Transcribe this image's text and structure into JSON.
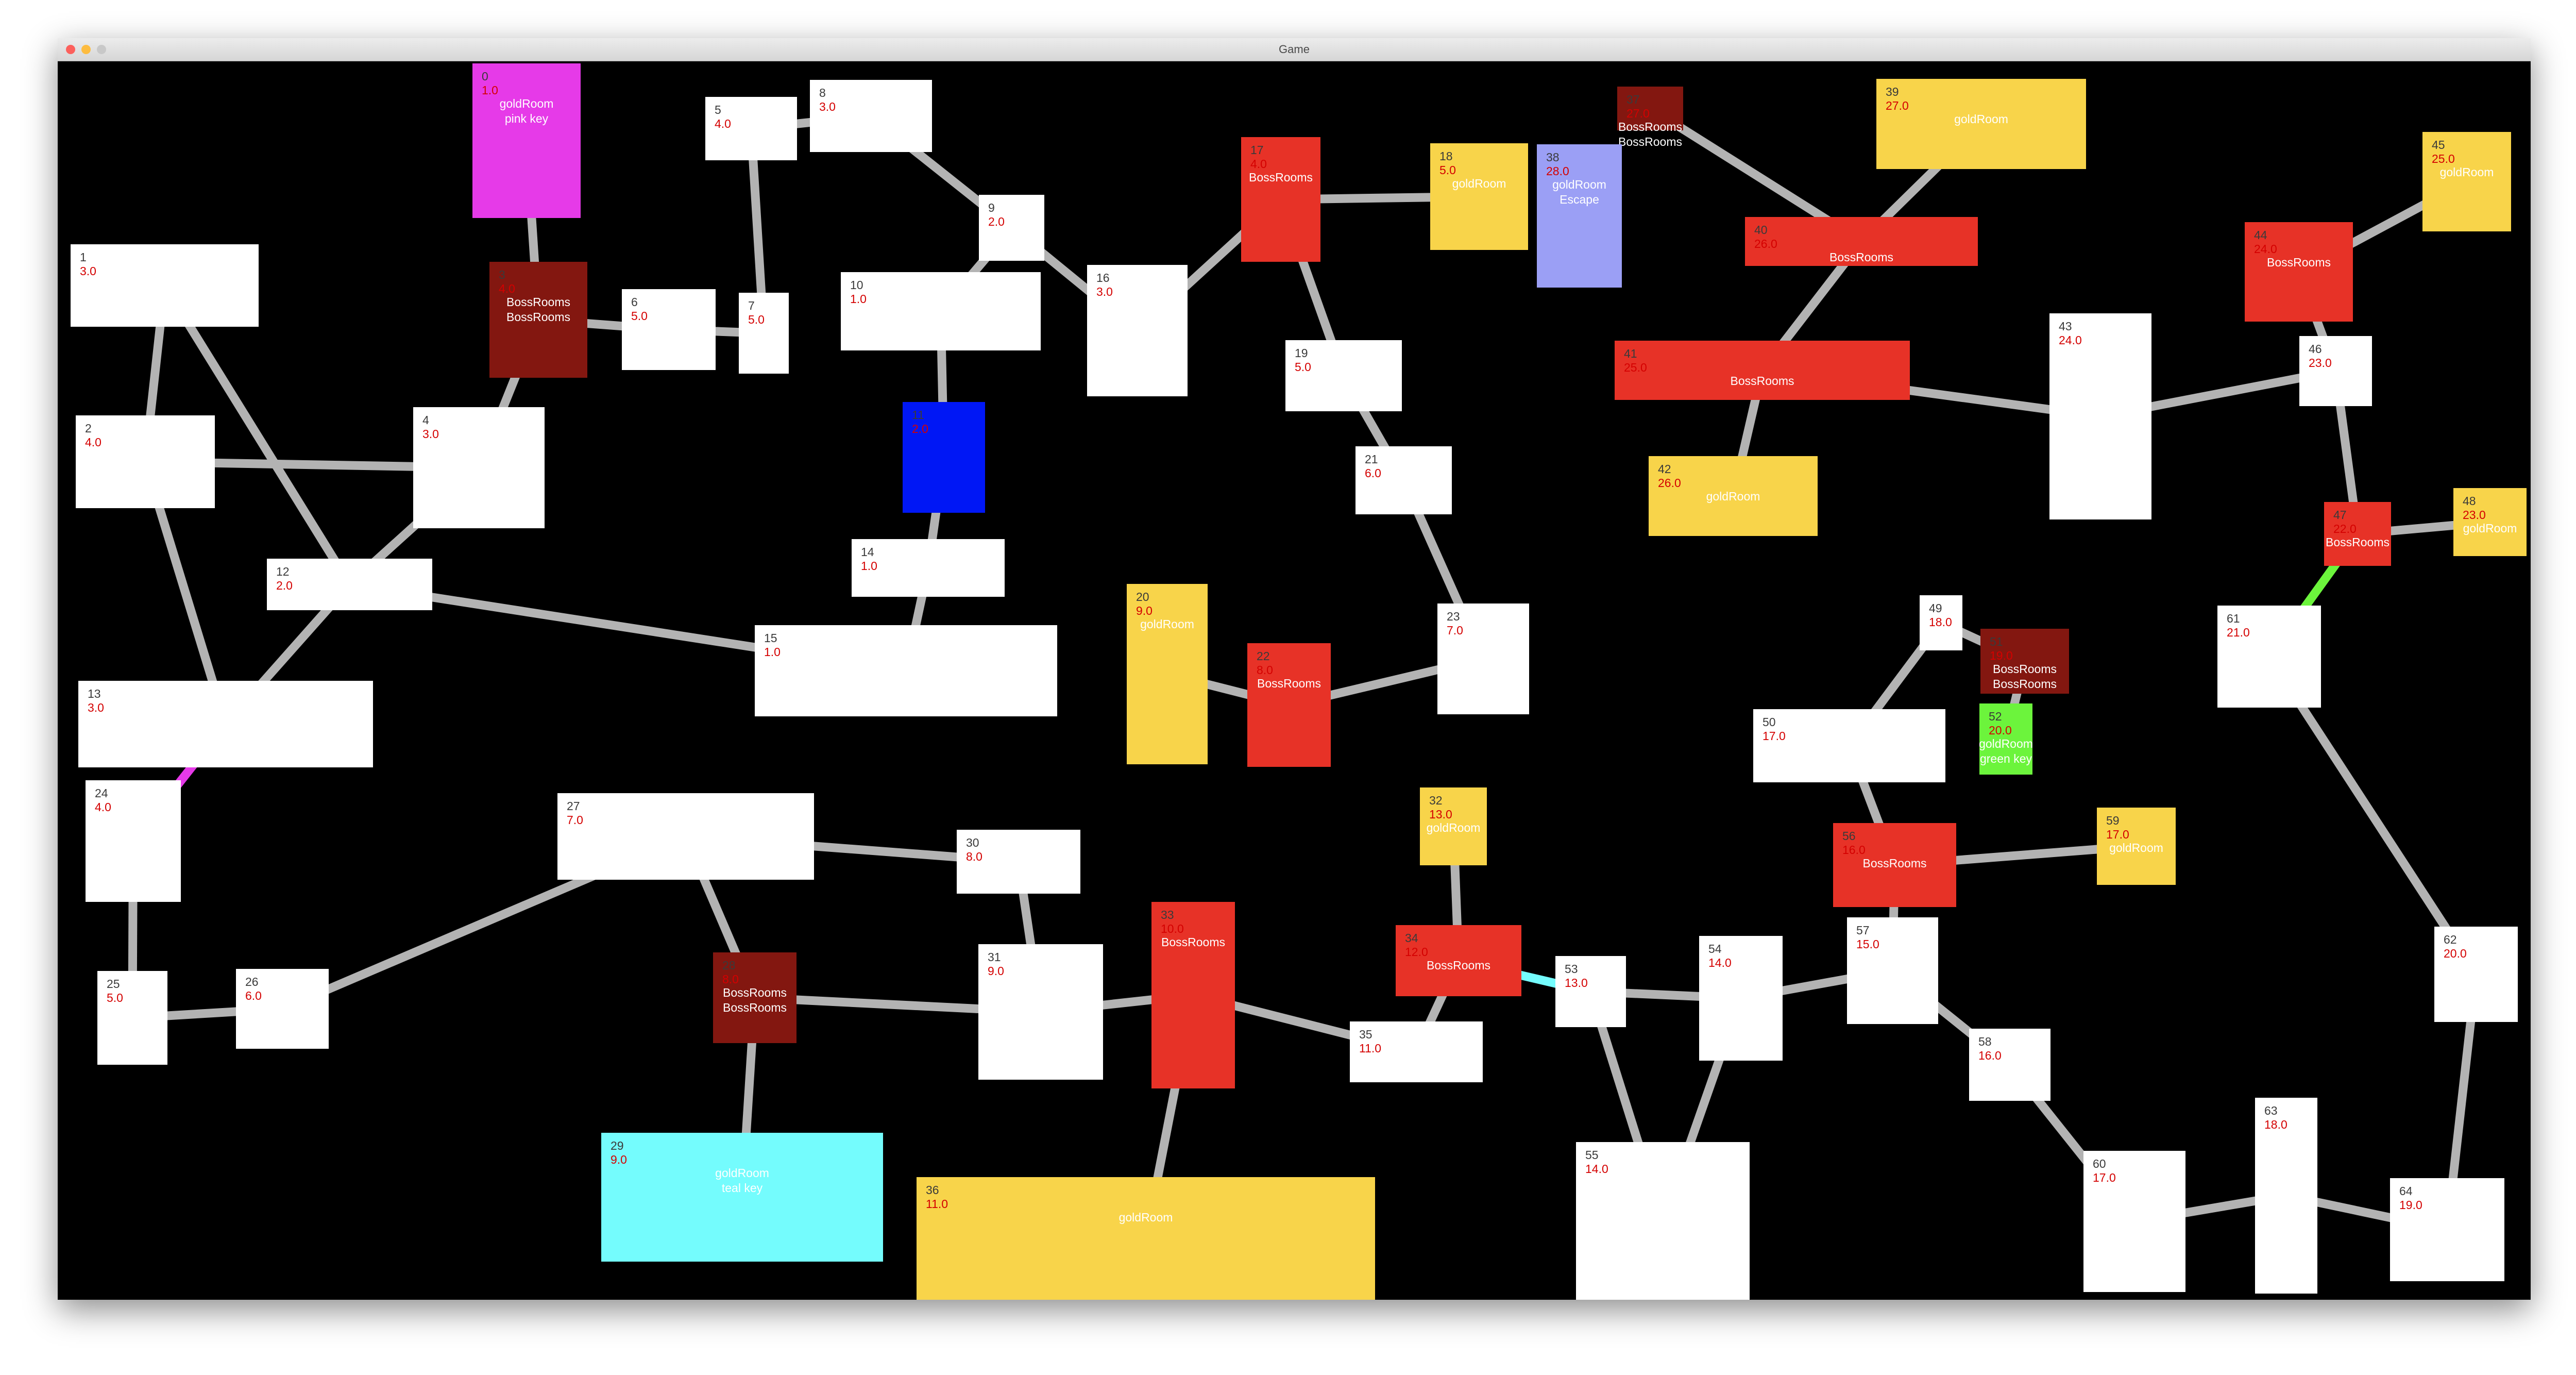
{
  "window": {
    "title": "Game"
  },
  "rooms": [
    {
      "id": "0",
      "value": "1.0",
      "labels": [
        "goldRoom",
        "pink key"
      ],
      "fill": "#e63ae8"
    },
    {
      "id": "1",
      "value": "3.0",
      "labels": [],
      "fill": "#ffffff"
    },
    {
      "id": "2",
      "value": "4.0",
      "labels": [],
      "fill": "#ffffff"
    },
    {
      "id": "3",
      "value": "4.0",
      "labels": [
        "BossRooms",
        "BossRooms"
      ],
      "fill": "#831710"
    },
    {
      "id": "4",
      "value": "3.0",
      "labels": [],
      "fill": "#ffffff"
    },
    {
      "id": "5",
      "value": "4.0",
      "labels": [],
      "fill": "#ffffff"
    },
    {
      "id": "6",
      "value": "5.0",
      "labels": [],
      "fill": "#ffffff"
    },
    {
      "id": "7",
      "value": "5.0",
      "labels": [],
      "fill": "#ffffff"
    },
    {
      "id": "8",
      "value": "3.0",
      "labels": [],
      "fill": "#ffffff"
    },
    {
      "id": "9",
      "value": "2.0",
      "labels": [],
      "fill": "#ffffff"
    },
    {
      "id": "10",
      "value": "1.0",
      "labels": [],
      "fill": "#ffffff"
    },
    {
      "id": "11",
      "value": "2.0",
      "labels": [],
      "fill": "#0017f5"
    },
    {
      "id": "12",
      "value": "2.0",
      "labels": [],
      "fill": "#ffffff"
    },
    {
      "id": "13",
      "value": "3.0",
      "labels": [],
      "fill": "#ffffff"
    },
    {
      "id": "14",
      "value": "1.0",
      "labels": [],
      "fill": "#ffffff"
    },
    {
      "id": "15",
      "value": "1.0",
      "labels": [],
      "fill": "#ffffff"
    },
    {
      "id": "16",
      "value": "3.0",
      "labels": [],
      "fill": "#ffffff"
    },
    {
      "id": "17",
      "value": "4.0",
      "labels": [
        "BossRooms"
      ],
      "fill": "#e73227"
    },
    {
      "id": "18",
      "value": "5.0",
      "labels": [
        "goldRoom"
      ],
      "fill": "#f8d44a"
    },
    {
      "id": "19",
      "value": "5.0",
      "labels": [],
      "fill": "#ffffff"
    },
    {
      "id": "20",
      "value": "9.0",
      "labels": [
        "goldRoom"
      ],
      "fill": "#f8d44a"
    },
    {
      "id": "21",
      "value": "6.0",
      "labels": [],
      "fill": "#ffffff"
    },
    {
      "id": "22",
      "value": "8.0",
      "labels": [
        "BossRooms"
      ],
      "fill": "#e73227"
    },
    {
      "id": "23",
      "value": "7.0",
      "labels": [],
      "fill": "#ffffff"
    },
    {
      "id": "24",
      "value": "4.0",
      "labels": [],
      "fill": "#ffffff"
    },
    {
      "id": "25",
      "value": "5.0",
      "labels": [],
      "fill": "#ffffff"
    },
    {
      "id": "26",
      "value": "6.0",
      "labels": [],
      "fill": "#ffffff"
    },
    {
      "id": "27",
      "value": "7.0",
      "labels": [],
      "fill": "#ffffff"
    },
    {
      "id": "28",
      "value": "8.0",
      "labels": [
        "BossRooms",
        "BossRooms"
      ],
      "fill": "#831710"
    },
    {
      "id": "29",
      "value": "9.0",
      "labels": [
        "goldRoom",
        "teal key"
      ],
      "fill": "#74fcfd"
    },
    {
      "id": "30",
      "value": "8.0",
      "labels": [],
      "fill": "#ffffff"
    },
    {
      "id": "31",
      "value": "9.0",
      "labels": [],
      "fill": "#ffffff"
    },
    {
      "id": "32",
      "value": "13.0",
      "labels": [
        "goldRoom"
      ],
      "fill": "#f8d44a"
    },
    {
      "id": "33",
      "value": "10.0",
      "labels": [
        "BossRooms"
      ],
      "fill": "#e73227"
    },
    {
      "id": "34",
      "value": "12.0",
      "labels": [
        "BossRooms"
      ],
      "fill": "#e73227"
    },
    {
      "id": "35",
      "value": "11.0",
      "labels": [],
      "fill": "#ffffff"
    },
    {
      "id": "36",
      "value": "11.0",
      "labels": [
        "goldRoom"
      ],
      "fill": "#f8d44a"
    },
    {
      "id": "37",
      "value": "27.0",
      "labels": [
        "BossRooms",
        "BossRooms"
      ],
      "fill": "#831710"
    },
    {
      "id": "38",
      "value": "28.0",
      "labels": [
        "goldRoom",
        "Escape"
      ],
      "fill": "#9b9ff5"
    },
    {
      "id": "39",
      "value": "27.0",
      "labels": [
        "goldRoom"
      ],
      "fill": "#f8d44a"
    },
    {
      "id": "40",
      "value": "26.0",
      "labels": [
        "BossRooms"
      ],
      "fill": "#e73227"
    },
    {
      "id": "41",
      "value": "25.0",
      "labels": [
        "BossRooms"
      ],
      "fill": "#e73227"
    },
    {
      "id": "42",
      "value": "26.0",
      "labels": [
        "goldRoom"
      ],
      "fill": "#f8d44a"
    },
    {
      "id": "43",
      "value": "24.0",
      "labels": [],
      "fill": "#ffffff"
    },
    {
      "id": "44",
      "value": "24.0",
      "labels": [
        "BossRooms"
      ],
      "fill": "#e73227"
    },
    {
      "id": "45",
      "value": "25.0",
      "labels": [
        "goldRoom"
      ],
      "fill": "#f8d44a"
    },
    {
      "id": "46",
      "value": "23.0",
      "labels": [],
      "fill": "#ffffff"
    },
    {
      "id": "47",
      "value": "22.0",
      "labels": [
        "BossRooms"
      ],
      "fill": "#e73227"
    },
    {
      "id": "48",
      "value": "23.0",
      "labels": [
        "goldRoom"
      ],
      "fill": "#f8d44a"
    },
    {
      "id": "49",
      "value": "18.0",
      "labels": [],
      "fill": "#ffffff"
    },
    {
      "id": "50",
      "value": "17.0",
      "labels": [],
      "fill": "#ffffff"
    },
    {
      "id": "51",
      "value": "19.0",
      "labels": [
        "BossRooms",
        "BossRooms"
      ],
      "fill": "#831710"
    },
    {
      "id": "52",
      "value": "20.0",
      "labels": [
        "goldRoom",
        "green key"
      ],
      "fill": "#6cf43c"
    },
    {
      "id": "53",
      "value": "13.0",
      "labels": [],
      "fill": "#ffffff"
    },
    {
      "id": "54",
      "value": "14.0",
      "labels": [],
      "fill": "#ffffff"
    },
    {
      "id": "55",
      "value": "14.0",
      "labels": [],
      "fill": "#ffffff"
    },
    {
      "id": "56",
      "value": "16.0",
      "labels": [
        "BossRooms"
      ],
      "fill": "#e73227"
    },
    {
      "id": "57",
      "value": "15.0",
      "labels": [],
      "fill": "#ffffff"
    },
    {
      "id": "58",
      "value": "16.0",
      "labels": [],
      "fill": "#ffffff"
    },
    {
      "id": "59",
      "value": "17.0",
      "labels": [
        "goldRoom"
      ],
      "fill": "#f8d44a"
    },
    {
      "id": "60",
      "value": "17.0",
      "labels": [],
      "fill": "#ffffff"
    },
    {
      "id": "61",
      "value": "21.0",
      "labels": [],
      "fill": "#ffffff"
    },
    {
      "id": "62",
      "value": "20.0",
      "labels": [],
      "fill": "#ffffff"
    },
    {
      "id": "63",
      "value": "18.0",
      "labels": [],
      "fill": "#ffffff"
    },
    {
      "id": "64",
      "value": "19.0",
      "labels": [],
      "fill": "#ffffff"
    }
  ],
  "corridors": [
    {
      "from": "0",
      "to": "3",
      "color": "#b3b3b3"
    },
    {
      "from": "1",
      "to": "2",
      "color": "#b3b3b3"
    },
    {
      "from": "1",
      "to": "12",
      "color": "#b3b3b3"
    },
    {
      "from": "2",
      "to": "4",
      "color": "#b3b3b3"
    },
    {
      "from": "2",
      "to": "13",
      "color": "#b3b3b3"
    },
    {
      "from": "3",
      "to": "4",
      "color": "#b3b3b3"
    },
    {
      "from": "3",
      "to": "6",
      "color": "#b3b3b3"
    },
    {
      "from": "4",
      "to": "12",
      "color": "#b3b3b3"
    },
    {
      "from": "6",
      "to": "7",
      "color": "#b3b3b3"
    },
    {
      "from": "5",
      "to": "7",
      "color": "#b3b3b3"
    },
    {
      "from": "5",
      "to": "8",
      "color": "#b3b3b3"
    },
    {
      "from": "8",
      "to": "9",
      "color": "#b3b3b3"
    },
    {
      "from": "9",
      "to": "10",
      "color": "#b3b3b3"
    },
    {
      "from": "9",
      "to": "16",
      "color": "#b3b3b3"
    },
    {
      "from": "10",
      "to": "11",
      "color": "#b3b3b3"
    },
    {
      "from": "11",
      "to": "14",
      "color": "#b3b3b3"
    },
    {
      "from": "14",
      "to": "15",
      "color": "#b3b3b3"
    },
    {
      "from": "12",
      "to": "15",
      "color": "#b3b3b3"
    },
    {
      "from": "12",
      "to": "13",
      "color": "#b3b3b3"
    },
    {
      "from": "13",
      "to": "24",
      "color": "#e63ae8"
    },
    {
      "from": "24",
      "to": "25",
      "color": "#b3b3b3"
    },
    {
      "from": "25",
      "to": "26",
      "color": "#b3b3b3"
    },
    {
      "from": "26",
      "to": "27",
      "color": "#b3b3b3"
    },
    {
      "from": "27",
      "to": "30",
      "color": "#b3b3b3"
    },
    {
      "from": "27",
      "to": "28",
      "color": "#b3b3b3"
    },
    {
      "from": "28",
      "to": "29",
      "color": "#b3b3b3"
    },
    {
      "from": "28",
      "to": "31",
      "color": "#b3b3b3"
    },
    {
      "from": "30",
      "to": "31",
      "color": "#b3b3b3"
    },
    {
      "from": "31",
      "to": "33",
      "color": "#b3b3b3"
    },
    {
      "from": "33",
      "to": "36",
      "color": "#b3b3b3"
    },
    {
      "from": "33",
      "to": "35",
      "color": "#b3b3b3"
    },
    {
      "from": "35",
      "to": "34",
      "color": "#b3b3b3"
    },
    {
      "from": "34",
      "to": "32",
      "color": "#b3b3b3"
    },
    {
      "from": "34",
      "to": "53",
      "color": "#74fcfd"
    },
    {
      "from": "16",
      "to": "17",
      "color": "#b3b3b3"
    },
    {
      "from": "17",
      "to": "18",
      "color": "#b3b3b3"
    },
    {
      "from": "17",
      "to": "19",
      "color": "#b3b3b3"
    },
    {
      "from": "19",
      "to": "21",
      "color": "#b3b3b3"
    },
    {
      "from": "21",
      "to": "23",
      "color": "#b3b3b3"
    },
    {
      "from": "23",
      "to": "22",
      "color": "#b3b3b3"
    },
    {
      "from": "22",
      "to": "20",
      "color": "#b3b3b3"
    },
    {
      "from": "53",
      "to": "54",
      "color": "#b3b3b3"
    },
    {
      "from": "53",
      "to": "55",
      "color": "#b3b3b3"
    },
    {
      "from": "54",
      "to": "55",
      "color": "#b3b3b3"
    },
    {
      "from": "54",
      "to": "57",
      "color": "#b3b3b3"
    },
    {
      "from": "57",
      "to": "56",
      "color": "#b3b3b3"
    },
    {
      "from": "56",
      "to": "59",
      "color": "#b3b3b3"
    },
    {
      "from": "56",
      "to": "50",
      "color": "#b3b3b3"
    },
    {
      "from": "50",
      "to": "49",
      "color": "#b3b3b3"
    },
    {
      "from": "49",
      "to": "51",
      "color": "#b3b3b3"
    },
    {
      "from": "51",
      "to": "52",
      "color": "#b3b3b3"
    },
    {
      "from": "57",
      "to": "58",
      "color": "#b3b3b3"
    },
    {
      "from": "58",
      "to": "60",
      "color": "#b3b3b3"
    },
    {
      "from": "60",
      "to": "63",
      "color": "#b3b3b3"
    },
    {
      "from": "63",
      "to": "64",
      "color": "#b3b3b3"
    },
    {
      "from": "64",
      "to": "62",
      "color": "#b3b3b3"
    },
    {
      "from": "62",
      "to": "61",
      "color": "#b3b3b3"
    },
    {
      "from": "61",
      "to": "47",
      "color": "#6cf43c"
    },
    {
      "from": "47",
      "to": "48",
      "color": "#b3b3b3"
    },
    {
      "from": "47",
      "to": "46",
      "color": "#b3b3b3"
    },
    {
      "from": "46",
      "to": "44",
      "color": "#b3b3b3"
    },
    {
      "from": "44",
      "to": "45",
      "color": "#b3b3b3"
    },
    {
      "from": "46",
      "to": "43",
      "color": "#b3b3b3"
    },
    {
      "from": "43",
      "to": "41",
      "color": "#b3b3b3"
    },
    {
      "from": "41",
      "to": "42",
      "color": "#b3b3b3"
    },
    {
      "from": "41",
      "to": "40",
      "color": "#b3b3b3"
    },
    {
      "from": "40",
      "to": "39",
      "color": "#b3b3b3"
    },
    {
      "from": "40",
      "to": "37",
      "color": "#b3b3b3"
    }
  ]
}
